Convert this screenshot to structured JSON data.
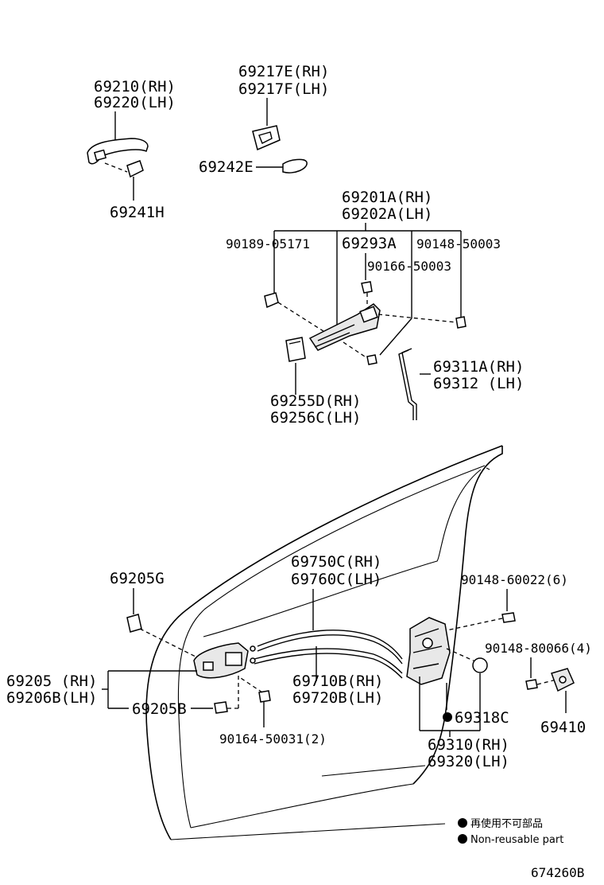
{
  "parts": {
    "p69210": "69210(RH)",
    "p69220": "69220(LH)",
    "p69217E": "69217E(RH)",
    "p69217F": "69217F(LH)",
    "p69242E": "69242E",
    "p69241H": "69241H",
    "p69201A": "69201A(RH)",
    "p69202A": "69202A(LH)",
    "p90189": "90189-05171",
    "p69293A": "69293A",
    "p90148_50003": "90148-50003",
    "p90166": "90166-50003",
    "p69311A": "69311A(RH)",
    "p69312": "69312 (LH)",
    "p69255D": "69255D(RH)",
    "p69256C": "69256C(LH)",
    "p69205G": "69205G",
    "p69750C": "69750C(RH)",
    "p69760C": "69760C(LH)",
    "p90148_60022": "90148-60022(6)",
    "p90148_80066": "90148-80066(4)",
    "p69205": "69205 (RH)",
    "p69206B": "69206B(LH)",
    "p69205B": "69205B",
    "p69710B": "69710B(RH)",
    "p69720B": "69720B(LH)",
    "p69318C": "69318C",
    "p69410": "69410",
    "p90164": "90164-50031(2)",
    "p69310": "69310(RH)",
    "p69320": "69320(LH)"
  },
  "legend": {
    "jp": "再使用不可部品",
    "en": "Non-reusable part"
  },
  "diagram_id": "674260B"
}
